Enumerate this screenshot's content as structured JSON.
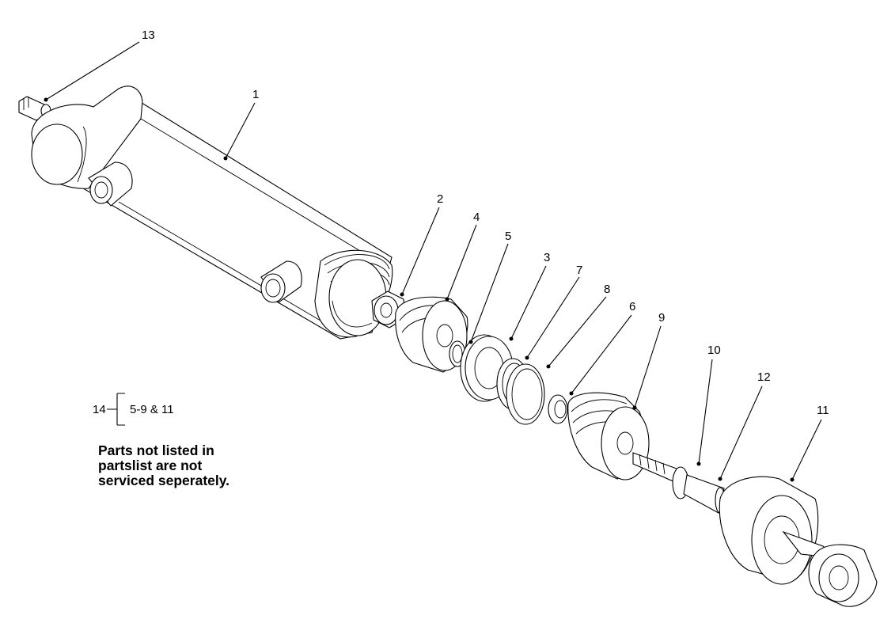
{
  "callouts": [
    {
      "id": "1",
      "text": "1"
    },
    {
      "id": "2",
      "text": "2"
    },
    {
      "id": "3",
      "text": "3"
    },
    {
      "id": "4",
      "text": "4"
    },
    {
      "id": "5",
      "text": "5"
    },
    {
      "id": "6",
      "text": "6"
    },
    {
      "id": "7",
      "text": "7"
    },
    {
      "id": "8",
      "text": "8"
    },
    {
      "id": "9",
      "text": "9"
    },
    {
      "id": "10",
      "text": "10"
    },
    {
      "id": "11",
      "text": "11"
    },
    {
      "id": "12",
      "text": "12"
    },
    {
      "id": "13",
      "text": "13"
    }
  ],
  "kit": {
    "number": "14",
    "range": "5-9 & 11"
  },
  "note": {
    "line1": "Parts not listed in",
    "line2": "partslist are not",
    "line3": "serviced seperately."
  }
}
